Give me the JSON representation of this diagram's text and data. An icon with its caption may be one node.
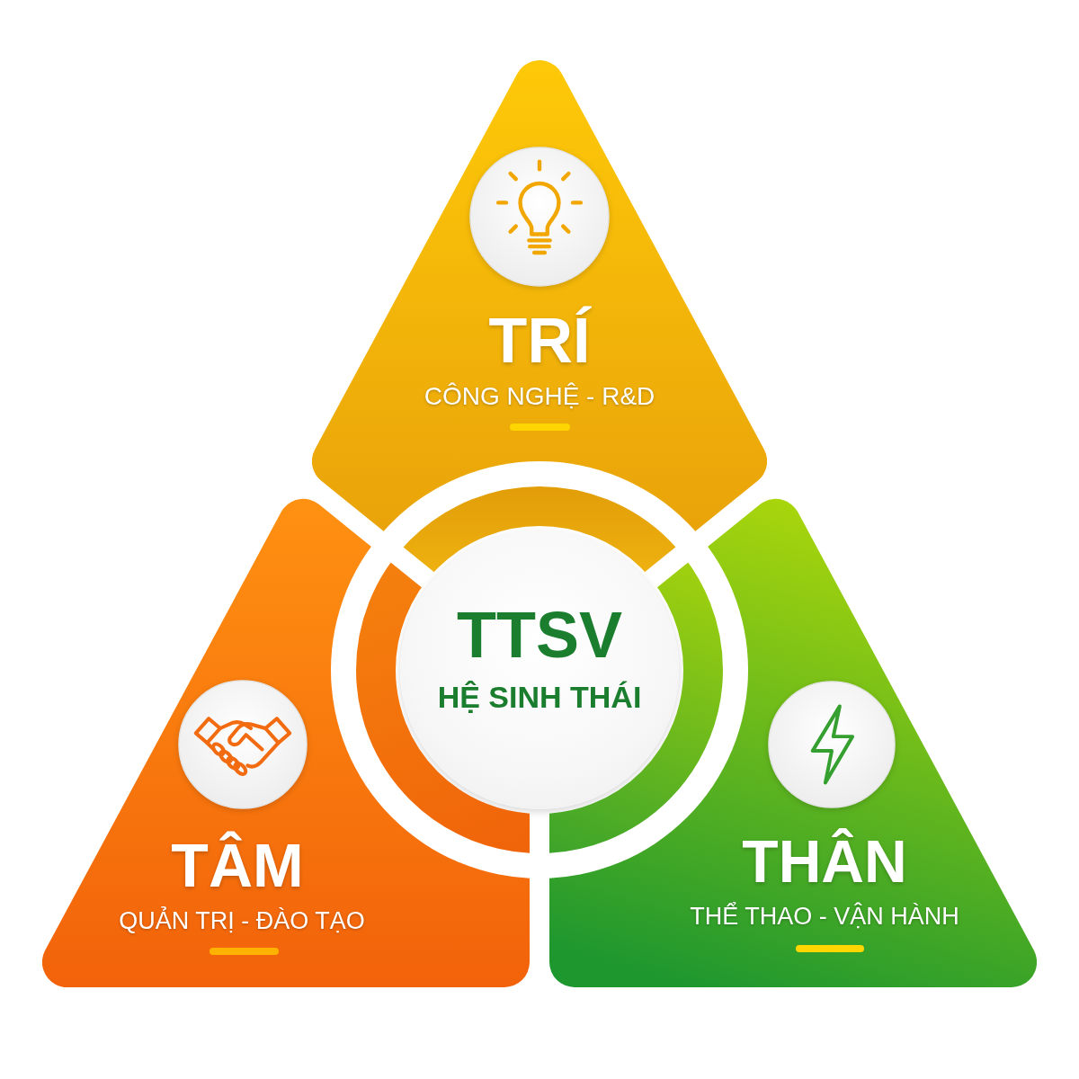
{
  "diagram": {
    "nodes": [
      {
        "text": [
          "TRÍ",
          "CÔNG NGHỆ - R&D"
        ]
      },
      {
        "text": [
          "TTSV",
          "HỆ SINH THÁI"
        ]
      },
      {
        "text": [
          "TÂM",
          "QUẢN TRỊ - ĐÀO TẠO"
        ]
      },
      {
        "text": [
          "THÂN",
          "THỂ THAO - VẬN HÀNH"
        ]
      }
    ]
  }
}
